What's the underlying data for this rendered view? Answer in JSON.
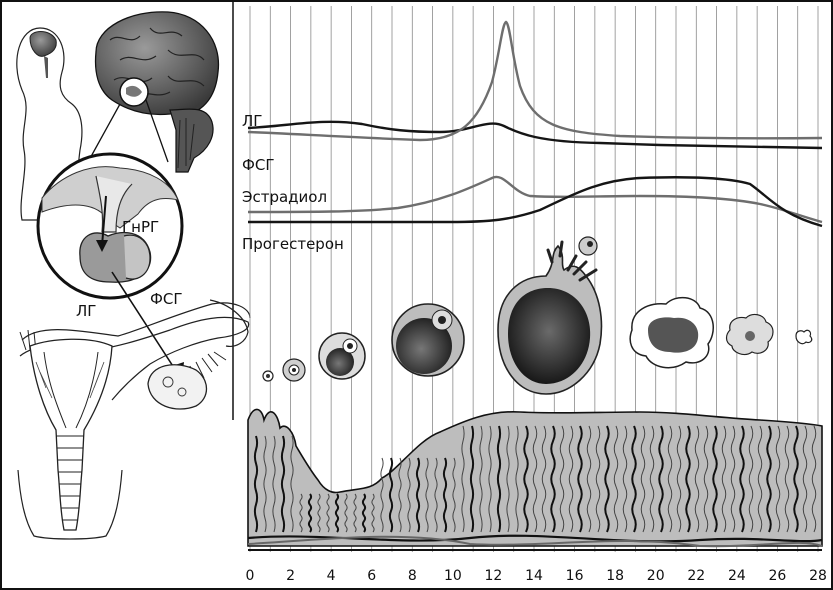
{
  "hormone_labels": {
    "lh": "ЛГ",
    "fsh": "ФСГ",
    "estradiol": "Эстрадиол",
    "progesterone": "Прогестерон"
  },
  "pituitary_labels": {
    "gnrh": "ГнРГ",
    "lh": "ЛГ",
    "fsh": "ФСГ"
  },
  "x_axis_ticks": [
    "0",
    "2",
    "4",
    "6",
    "8",
    "10",
    "12",
    "14",
    "16",
    "18",
    "20",
    "22",
    "24",
    "26",
    "28"
  ],
  "colors": {
    "lh_curve": "#6e6e6e",
    "fsh_curve": "#151515",
    "estradiol_curve": "#6e6e6e",
    "progesterone_curve": "#151515",
    "endometrium_fill": "#bdbdbd",
    "follicle_dark": "#3a3a3a",
    "outline": "#111111"
  }
}
